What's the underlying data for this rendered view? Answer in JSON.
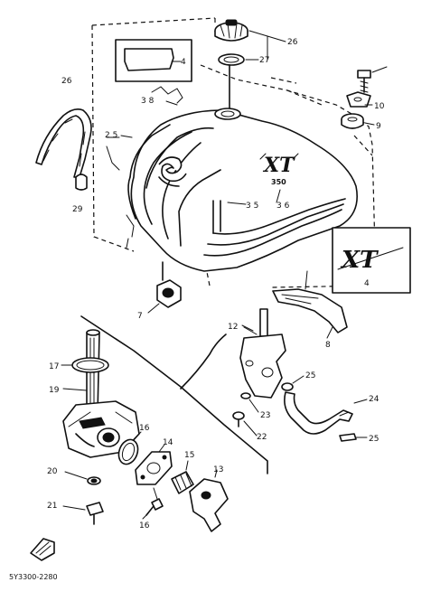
{
  "diagram": {
    "callouts": [
      {
        "id": "c26a",
        "text": "26"
      },
      {
        "id": "c27",
        "text": "27"
      },
      {
        "id": "c26b",
        "text": "26"
      },
      {
        "id": "c38",
        "text": "3 8"
      },
      {
        "id": "c4a",
        "text": "4"
      },
      {
        "id": "c10",
        "text": "10"
      },
      {
        "id": "c9",
        "text": "9"
      },
      {
        "id": "c25a",
        "text": "2 5"
      },
      {
        "id": "c29",
        "text": "29"
      },
      {
        "id": "c35",
        "text": "3 5"
      },
      {
        "id": "c36",
        "text": "3 6"
      },
      {
        "id": "c4b",
        "text": "4"
      },
      {
        "id": "c7",
        "text": "7"
      },
      {
        "id": "c8",
        "text": "8"
      },
      {
        "id": "c12",
        "text": "12"
      },
      {
        "id": "c17",
        "text": "17"
      },
      {
        "id": "c19",
        "text": "19"
      },
      {
        "id": "c25b",
        "text": "25"
      },
      {
        "id": "c23",
        "text": "23"
      },
      {
        "id": "c24",
        "text": "24"
      },
      {
        "id": "c22",
        "text": "22"
      },
      {
        "id": "c25c",
        "text": "25"
      },
      {
        "id": "c16a",
        "text": "16"
      },
      {
        "id": "c14",
        "text": "14"
      },
      {
        "id": "c15",
        "text": "15"
      },
      {
        "id": "c13",
        "text": "13"
      },
      {
        "id": "c20",
        "text": "20"
      },
      {
        "id": "c21",
        "text": "21"
      },
      {
        "id": "c16b",
        "text": "16"
      }
    ],
    "logo_tank": "XT",
    "logo_tank_sub": "350",
    "logo_emblem": "XT",
    "part_code": "5Y3300-2280"
  }
}
